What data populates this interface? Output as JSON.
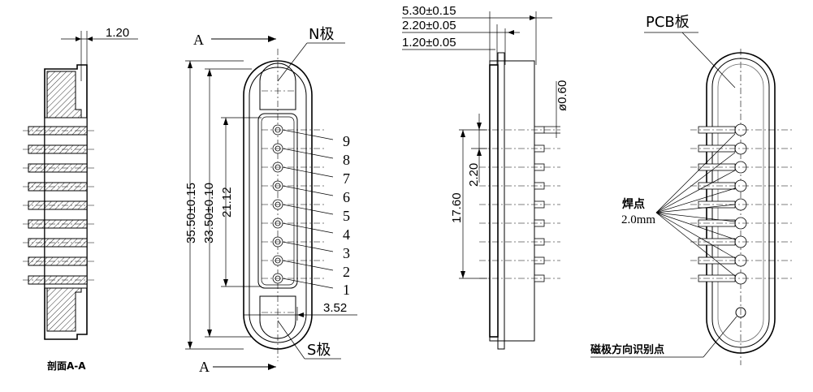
{
  "section_view": {
    "dim_top": "1.20",
    "caption": "剖面A-A"
  },
  "front_view": {
    "section_mark": "A",
    "n_pole": "N极",
    "s_pole": "S极",
    "dim_overall": "35.50±0.15",
    "dim_inner": "33.50±0.10",
    "dim_pins": "21.12",
    "dim_side": "3.52",
    "pin_numbers": [
      "9",
      "8",
      "7",
      "6",
      "5",
      "4",
      "3",
      "2",
      "1"
    ]
  },
  "side_view": {
    "dim_total": "5.30±0.15",
    "dim_mid": "2.20±0.05",
    "dim_plate": "1.20±0.05",
    "dim_pin_dia": "ø0.60",
    "dim_span": "17.60",
    "dim_pitch": "2.20"
  },
  "back_view": {
    "pcb_label": "PCB板",
    "solder_label": "焊点",
    "solder_size": "2.0mm",
    "mark_label": "磁极方向识别点"
  }
}
